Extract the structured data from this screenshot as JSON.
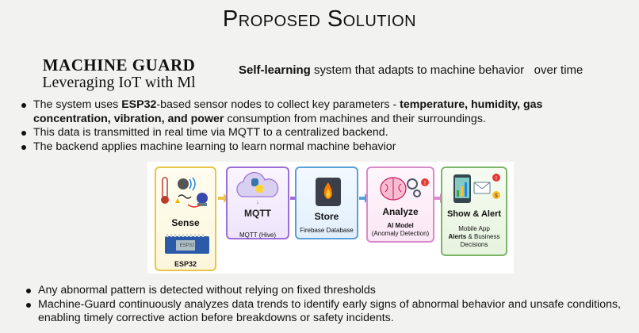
{
  "slide": {
    "title": "Proposed Solution",
    "brand_name": "MACHINE GUARD",
    "brand_subtitle": "Leveraging IoT with Ml",
    "tagline_bold": "Self-learning",
    "tagline_rest": " system that adapts to machine behavior   over time"
  },
  "bullets_top": [
    {
      "parts": [
        "The system uses ",
        "ESP32",
        "-based sensor nodes to collect key parameters - ",
        "temperature, humidity, gas concentration, vibration, and power",
        " consumption from machines and their surroundings."
      ]
    },
    {
      "text": "This data is transmitted in real time via MQTT to a centralized backend."
    },
    {
      "text": "The backend applies machine learning to learn normal machine behavior"
    }
  ],
  "bullets_bottom": [
    {
      "text": "Any abnormal pattern is detected without relying on fixed thresholds"
    },
    {
      "text": "Machine-Guard continuously analyzes data trends to identify early signs of abnormal behavior and unsafe conditions, enabling timely corrective action before breakdowns or safety incidents."
    }
  ],
  "diagram": {
    "sense": {
      "label": "Sense",
      "board": "ESP32",
      "chip": "ESP32"
    },
    "mqtt": {
      "logo": "MQTT",
      "label": "MQTT (Hive)"
    },
    "store": {
      "label": "Store",
      "sub": "Firebase Database"
    },
    "analyze": {
      "label": "Analyze",
      "sub_bold": "AI Model",
      "sub": "(Anomaly Detection)"
    },
    "alert": {
      "label": "Show & Alert",
      "sub1": "Mobile App",
      "sub_bold": "Alerts",
      "sub2": " & Business",
      "sub3": "Decisions"
    },
    "colors": {
      "sense": "#e8c547",
      "mqtt": "#9b6fd6",
      "store": "#5aa0d8",
      "analyze": "#d98bc9",
      "alert": "#7bb56a"
    }
  }
}
